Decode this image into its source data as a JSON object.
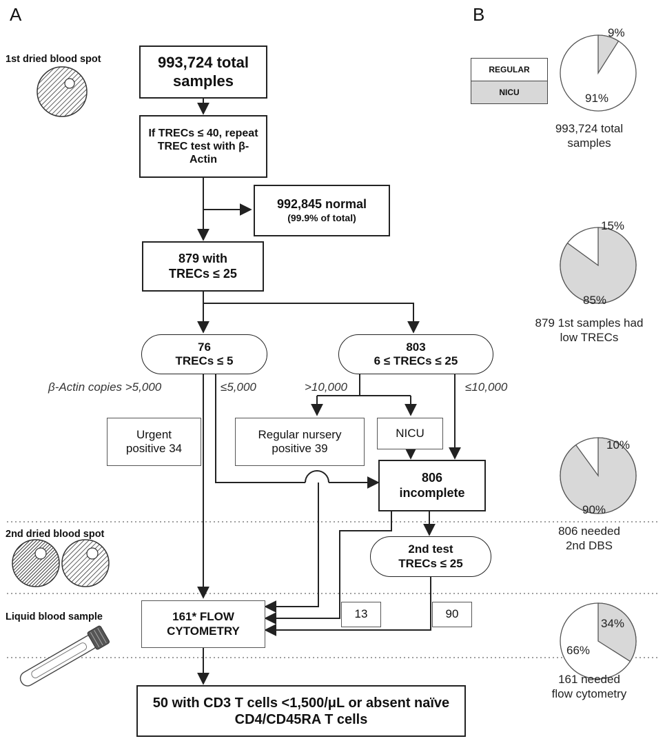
{
  "panel_a_label": "A",
  "panel_b_label": "B",
  "left_labels": {
    "first_spot": "1st dried blood spot",
    "second_spot": "2nd dried blood spot",
    "liquid_sample": "Liquid blood sample"
  },
  "boxes": {
    "total": "993,724 total samples",
    "repeat_test": "If TRECs ≤ 40, repeat TREC test with β-Actin",
    "normal_main": "992,845 normal",
    "normal_sub": "(99.9% of total)",
    "low_25": "879 with TRECs ≤ 25",
    "group76_count": "76",
    "group76_rule": "TRECs ≤ 5",
    "group803_count": "803",
    "group803_rule": "6 ≤ TRECs ≤ 25",
    "urgent": "Urgent positive 34",
    "regular_nursery": "Regular nursery positive 39",
    "nicu": "NICU",
    "incomplete_count": "806",
    "incomplete_label": "incomplete",
    "second_test_title": "2nd test",
    "second_test_rule": "TRECs ≤ 25",
    "flow": "161* FLOW CYTOMETRY",
    "count_13": "13",
    "count_90": "90",
    "final": "50 with CD3 T cells <1,500/μL or absent naïve CD4/CD45RA T cells"
  },
  "branch_labels": {
    "actin_high": "β-Actin copies >5,000",
    "actin_low": "≤5,000",
    "high_10000": ">10,000",
    "low_10000": "≤10,000"
  },
  "legend": {
    "regular": "REGULAR",
    "nicu": "NICU"
  },
  "colors": {
    "regular": "#ffffff",
    "nicu": "#d8d8d8",
    "line": "#222222"
  },
  "pies": [
    {
      "nicu_pct": "9%",
      "regular_pct": "91%",
      "caption_1": "993,724 total",
      "caption_2": "samples"
    },
    {
      "nicu_pct": "85%",
      "regular_pct": "15%",
      "caption_1": "879 1st samples had",
      "caption_2": "low TRECs"
    },
    {
      "nicu_pct": "90%",
      "regular_pct": "10%",
      "caption_1": "806 needed",
      "caption_2": "2nd DBS"
    },
    {
      "nicu_pct": "34%",
      "regular_pct": "66%",
      "caption_1": "161 needed",
      "caption_2": "flow cytometry"
    }
  ]
}
